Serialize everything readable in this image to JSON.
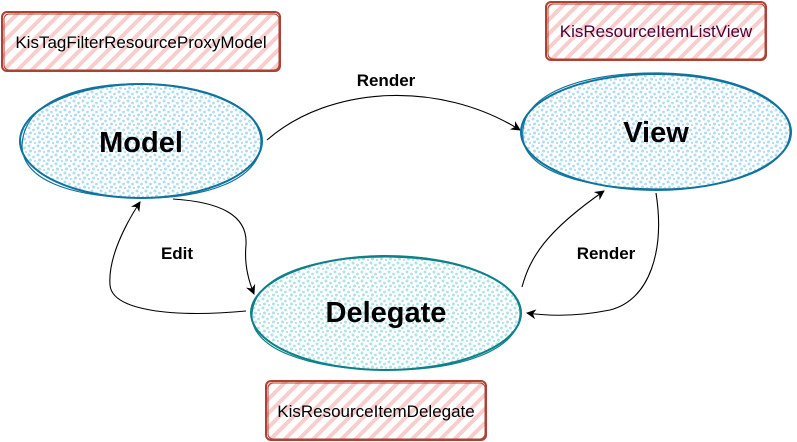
{
  "nodes": {
    "model": {
      "label": "Model"
    },
    "view": {
      "label": "View"
    },
    "delegate": {
      "label": "Delegate"
    }
  },
  "tags": {
    "model_class": {
      "label": "KisTagFilterResourceProxyModel"
    },
    "view_class": {
      "label": "KisResourceItemListView"
    },
    "delegate_class": {
      "label": "KisResourceItemDelegate"
    }
  },
  "edges": {
    "model_to_view": {
      "label": "Render"
    },
    "delegate_to_model": {
      "label": "Edit"
    },
    "delegate_to_view": {
      "label": "Render"
    }
  },
  "colors": {
    "node_fill": "#b1ddf0",
    "node_fill_delegate": "#b0e3e6",
    "node_stroke": "#10739e",
    "node_stroke_delegate": "#0e8088",
    "tag_fill": "#f8cecc",
    "tag_stroke": "#ae4132",
    "view_tag_text": "#4c0037",
    "edge": "#000000"
  }
}
